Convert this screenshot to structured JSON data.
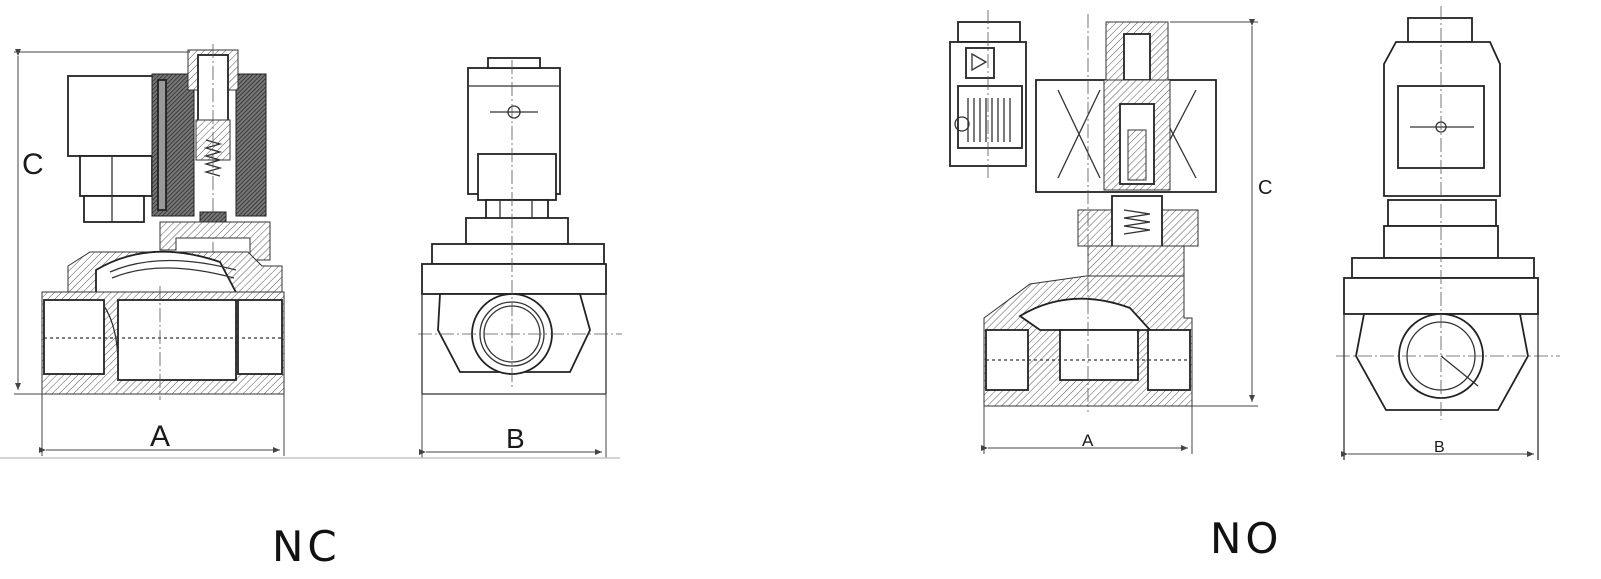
{
  "views": {
    "nc": {
      "caption": "NC",
      "dims": {
        "a": "A",
        "b": "B",
        "c": "C"
      }
    },
    "no": {
      "caption": "NO",
      "dims": {
        "a": "A",
        "b": "B",
        "c": "C"
      }
    }
  },
  "colors": {
    "line": "#222222",
    "background": "#ffffff"
  }
}
